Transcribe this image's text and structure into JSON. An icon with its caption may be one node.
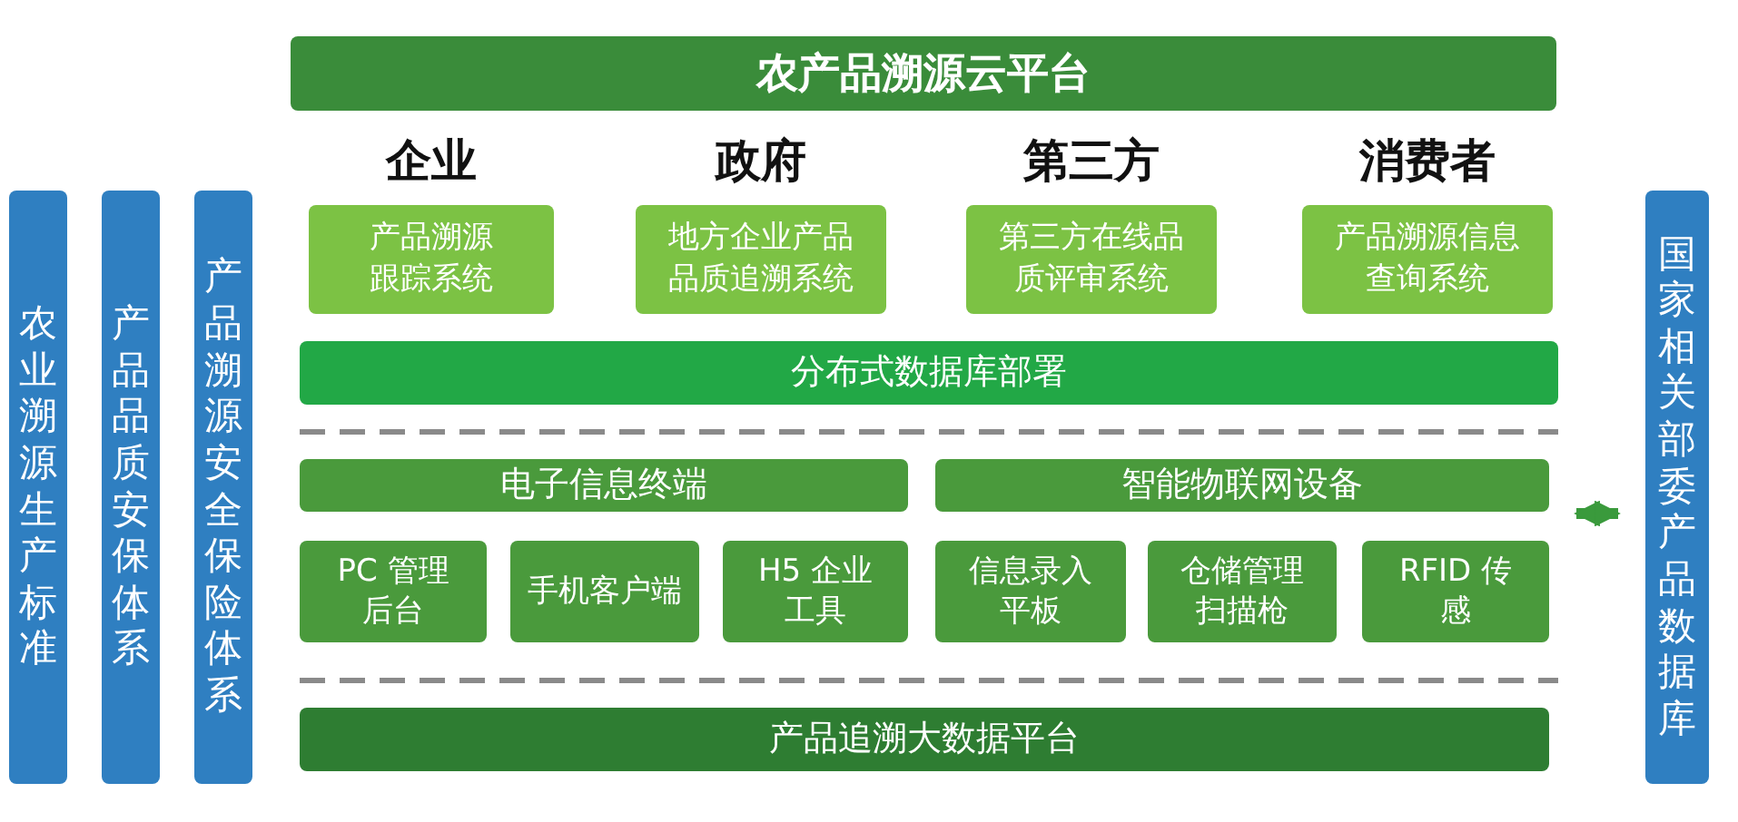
{
  "diagram": {
    "nodes": [
      {
        "text": [
          "农产品溯源云平台"
        ]
      },
      {
        "text": [
          "企业",
          "产品溯源跟踪系统"
        ]
      },
      {
        "text": [
          "政府",
          "地方企业产品品质追溯系统"
        ]
      },
      {
        "text": [
          "第三方",
          "第三方在线品质评审系统"
        ]
      },
      {
        "text": [
          "消费者",
          "产品溯源信息查询系统"
        ]
      },
      {
        "text": [
          "分布式数据库部署"
        ]
      },
      {
        "text": [
          "电子信息终端"
        ]
      },
      {
        "text": [
          "智能物联网设备"
        ]
      },
      {
        "text": [
          "PC 管理后台"
        ]
      },
      {
        "text": [
          "手机客户端"
        ]
      },
      {
        "text": [
          "H5 企业工具"
        ]
      },
      {
        "text": [
          "信息录入平板"
        ]
      },
      {
        "text": [
          "仓储管理扫描枪"
        ]
      },
      {
        "text": [
          "RFID 传感"
        ]
      },
      {
        "text": [
          "产品追溯大数据平台"
        ]
      },
      {
        "text": [
          "农业溯源生产标准"
        ]
      },
      {
        "text": [
          "产品品质安保体系"
        ]
      },
      {
        "text": [
          "产品溯源安全保险体系"
        ]
      },
      {
        "text": [
          "国家相关部委产品数据库"
        ]
      }
    ],
    "edges": [
      {
        "from": 7,
        "to": 18,
        "arrow": "both"
      }
    ]
  }
}
